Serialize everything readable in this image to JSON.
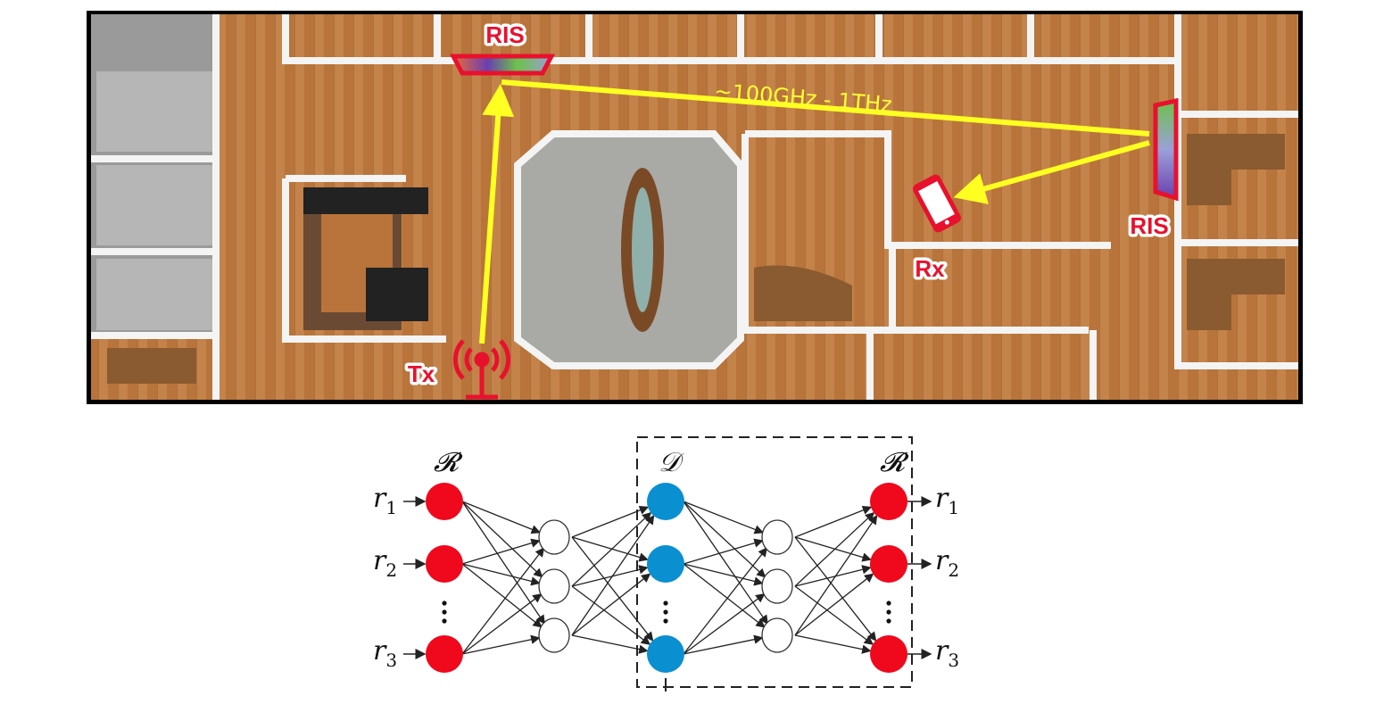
{
  "scene": {
    "ris_top_label": "RIS",
    "ris_right_label": "RIS",
    "frequency_label": "~100GHz - 1THz",
    "tx_label": "Tx",
    "rx_label": "Rx",
    "colors": {
      "accent_red": "#e8112d",
      "beam_yellow": "#ffff22",
      "floor": "#b9783f"
    }
  },
  "network": {
    "input_set_label": "𝓡",
    "latent_set_label": "𝒟",
    "output_set_label": "𝓡",
    "input_labels": [
      {
        "base": "r",
        "sub": "1"
      },
      {
        "base": "r",
        "sub": "2"
      },
      {
        "base": "r",
        "sub": "3"
      }
    ],
    "output_labels": [
      {
        "base": "r",
        "sub": "1"
      },
      {
        "base": "r",
        "sub": "2"
      },
      {
        "base": "r",
        "sub": "3"
      }
    ],
    "colors": {
      "input": "#f0081c",
      "latent": "#0a8fd0",
      "hidden": "#ffffff"
    }
  }
}
